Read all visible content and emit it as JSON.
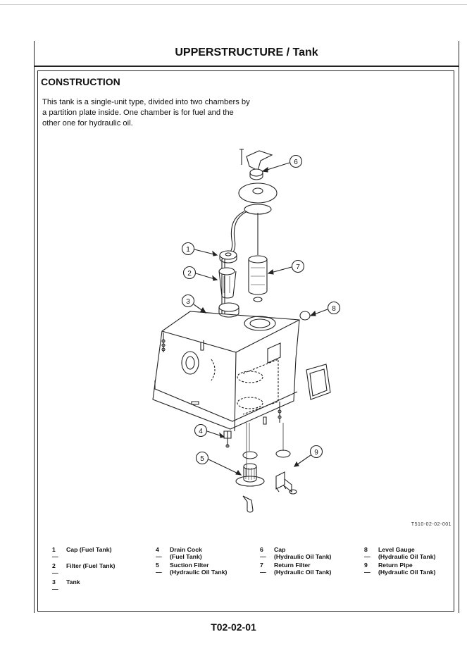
{
  "header": {
    "title": "UPPERSTRUCTURE / Tank"
  },
  "section": {
    "title": "CONSTRUCTION",
    "intro": "This tank is a single-unit type, divided into two chambers by a partition plate inside. One chamber is for fuel and the other one for hydraulic oil."
  },
  "figure": {
    "code": "T510-02-02-001",
    "callouts": [
      "1",
      "2",
      "3",
      "4",
      "5",
      "6",
      "7",
      "8",
      "9"
    ]
  },
  "legend": [
    {
      "num": "1—",
      "line1": "Cap (Fuel Tank)",
      "line2": ""
    },
    {
      "num": "2—",
      "line1": "Filter (Fuel Tank)",
      "line2": ""
    },
    {
      "num": "3—",
      "line1": "Tank",
      "line2": ""
    },
    {
      "num": "4—",
      "line1": "Drain Cock",
      "line2": "(Fuel Tank)"
    },
    {
      "num": "5—",
      "line1": "Suction Filter",
      "line2": "(Hydraulic Oil Tank)"
    },
    {
      "num": "6—",
      "line1": "Cap",
      "line2": "(Hydraulic Oil Tank)"
    },
    {
      "num": "7—",
      "line1": "Return Filter",
      "line2": "(Hydraulic Oil Tank)"
    },
    {
      "num": "8—",
      "line1": "Level Gauge",
      "line2": "(Hydraulic Oil Tank)"
    },
    {
      "num": "9—",
      "line1": "Return Pipe",
      "line2": "(Hydraulic Oil Tank)"
    }
  ],
  "footer": {
    "page_code": "T02-02-01"
  }
}
